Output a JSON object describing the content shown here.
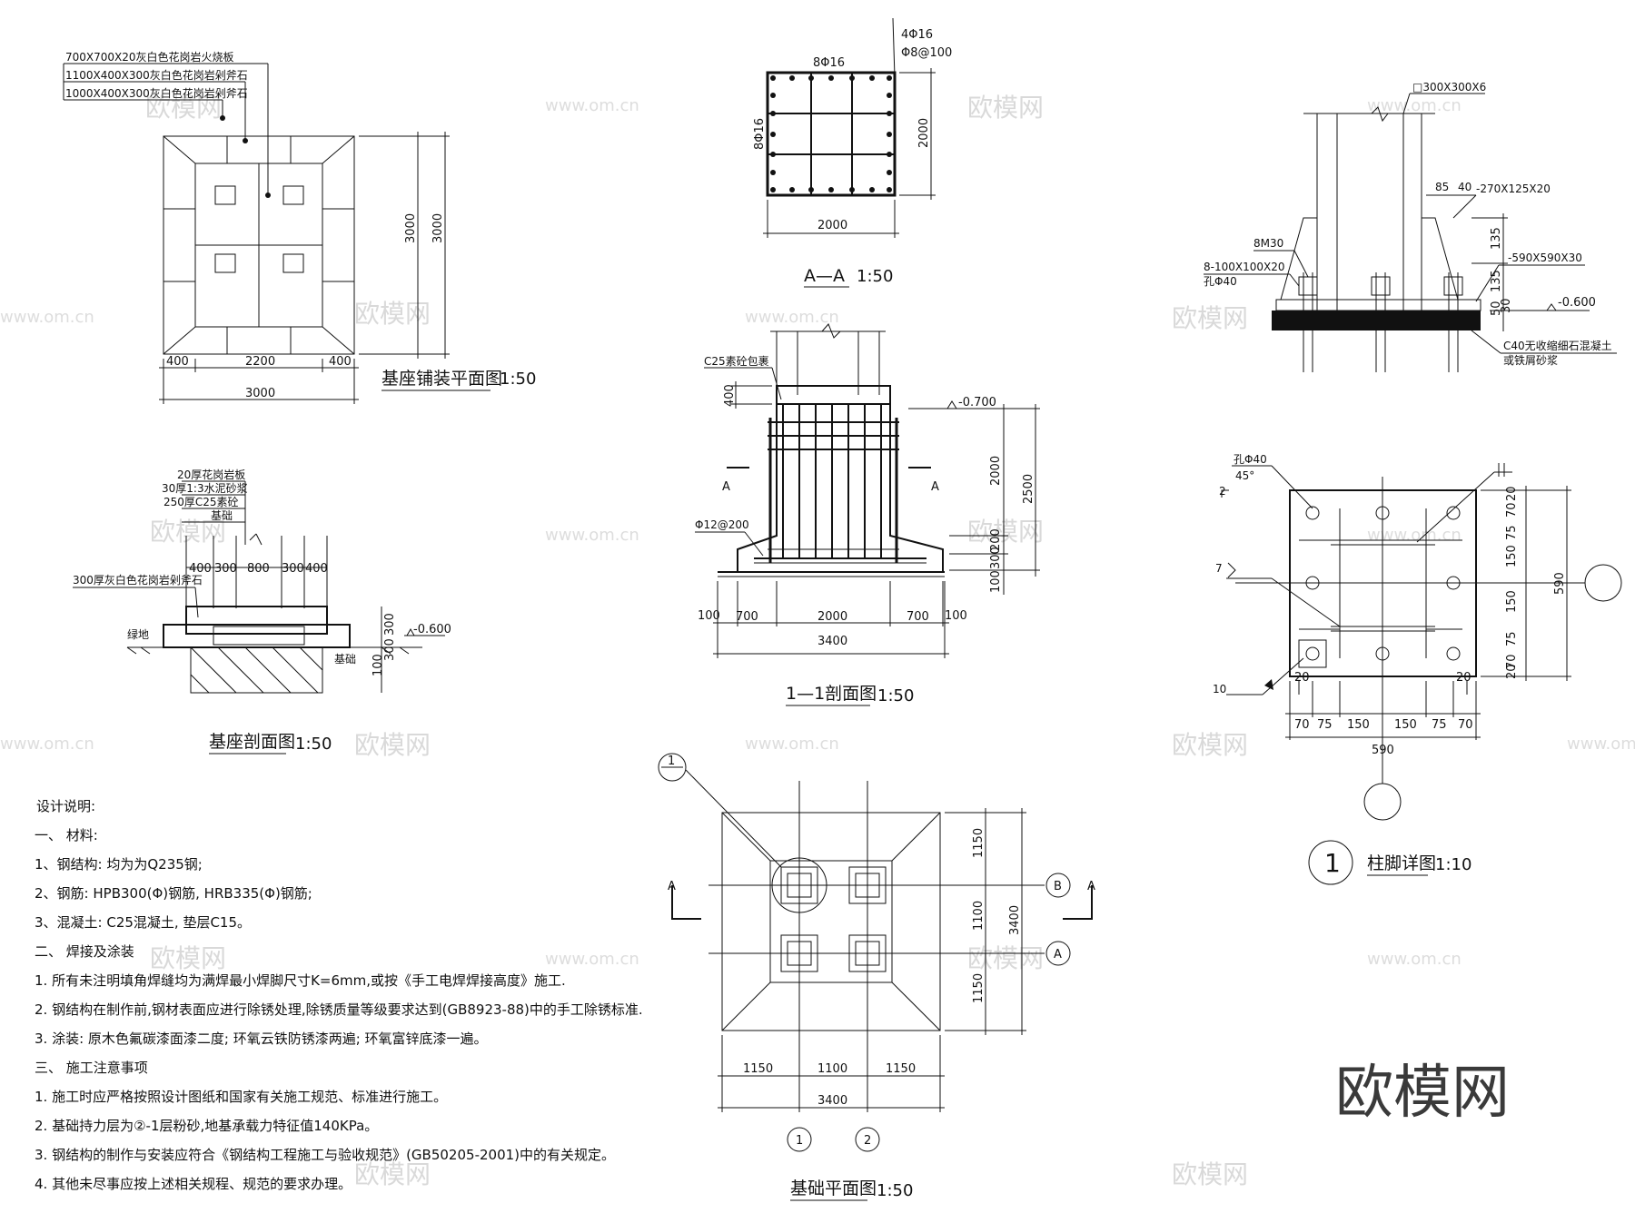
{
  "plan_paving": {
    "title": "基座铺装平面图",
    "scale": "1:50",
    "labels": [
      "700X700X20灰白色花岗岩火烧板",
      "1100X400X300灰白色花岗岩剁斧石",
      "1000X400X300灰白色花岗岩剁斧石"
    ],
    "dims_bottom": [
      "400",
      "2200",
      "400"
    ],
    "dim_total": "3000",
    "dim_right_1": "3000",
    "dim_right_2": "3000"
  },
  "section_base": {
    "title": "基座剖面图",
    "scale": "1:50",
    "labels": [
      "20厚花岗岩板",
      "30厚1:3水泥砂浆",
      "250厚C25素砼",
      "基础",
      "300厚灰白色花岗岩剁斧石",
      "绿地",
      "基础"
    ],
    "dims_top": [
      "400",
      "300",
      "800",
      "300",
      "400"
    ],
    "level": "-0.600",
    "dims_right": [
      "300",
      "300",
      "100"
    ]
  },
  "section_aa": {
    "title": "A—A",
    "scale": "1:50",
    "label_top": "8Φ16",
    "label_left": "8Φ16",
    "label_r1": "4Φ16",
    "label_r2": "Φ8@100",
    "dim_bottom": "2000",
    "dim_right": "2000"
  },
  "section_11": {
    "title": "1—1剖面图",
    "scale": "1:50",
    "label_c25": "C25素砼包裹",
    "label_rebar": "Φ12@200",
    "level": "-0.700",
    "cut_a": "A",
    "dim_left": "400",
    "dims_right": [
      "2000",
      "200",
      "300",
      "100"
    ],
    "dim_right_total": "2500",
    "dims_bottom": [
      "100",
      "700",
      "2000",
      "700",
      "100"
    ],
    "dim_total": "3400"
  },
  "plan_foundation": {
    "title": "基础平面图",
    "scale": "1:50",
    "cut_a": "A",
    "callout": "1",
    "axis_b": "B",
    "axis_a": "A",
    "axis_1": "1",
    "axis_2": "2",
    "dims_right": [
      "1150",
      "1100",
      "1150"
    ],
    "dim_right_total": "3400",
    "dims_bottom": [
      "1150",
      "1100",
      "1150"
    ],
    "dim_total": "3400"
  },
  "col_elev": {
    "labels": [
      "□300X300X6",
      "85",
      "40",
      "-270X125X20",
      "8M30",
      "8-100X100X20",
      "孔Φ40",
      "-590X590X30",
      "-0.600",
      "C40无收缩细石混凝土",
      "或铁屑砂浆"
    ],
    "dims_right": [
      "135",
      "135",
      "50",
      "30"
    ]
  },
  "col_plan": {
    "title": "柱脚详图",
    "scale": "1:10",
    "callout": "1",
    "hole": "孔Φ40",
    "angle": "45°",
    "weld_7": "7",
    "weld_10": "10",
    "weld_2": "2",
    "dims_bottom": [
      "70",
      "75",
      "150",
      "150",
      "75",
      "70"
    ],
    "dims_bottom_small": [
      "20",
      "20"
    ],
    "dim_total": "590",
    "dims_right": [
      "20",
      "70",
      "75",
      "150",
      "150",
      "75",
      "70",
      "20"
    ],
    "dim_right_total": "590"
  },
  "notes": {
    "heading": "设计说明:",
    "lines": [
      "一、    材料:",
      "1、钢结构:  均为为Q235钢;",
      "2、钢筋: HPB300(Φ)钢筋, HRB335(Φ)钢筋;",
      "3、混凝土: C25混凝土, 垫层C15。",
      "二、    焊接及涂装",
      "1.  所有未注明填角焊缝均为满焊最小焊脚尺寸K=6mm,或按《手工电焊焊接高度》施工.",
      "2.  钢结构在制作前,钢材表面应进行除锈处理,除锈质量等级要求达到(GB8923-88)中的手工除锈标准.",
      "3.  涂装: 原木色氟碳漆面漆二度;   环氧云铁防锈漆两遍;   环氧富锌底漆一遍。",
      "三、    施工注意事项",
      "1.  施工时应严格按照设计图纸和国家有关施工规范、标准进行施工。",
      "2.  基础持力层为②-1层粉砂,地基承载力特征值140KPa。",
      "3.  钢结构的制作与安装应符合《钢结构工程施工与验收规范》(GB50205-2001)中的有关规定。",
      "4.  其他未尽事应按上述相关规程、规范的要求办理。"
    ]
  },
  "watermark": {
    "brand": "欧模网",
    "site": "www.om.cn",
    "brand_small": "欧模网"
  }
}
